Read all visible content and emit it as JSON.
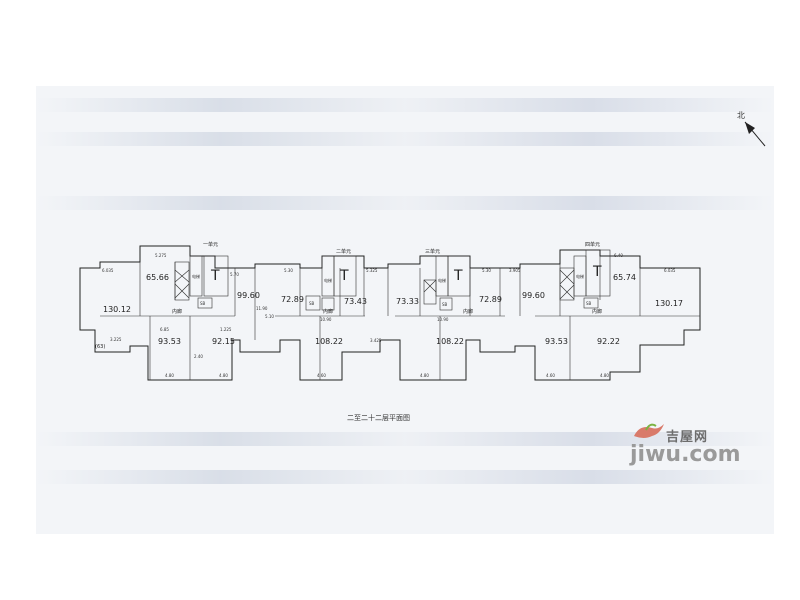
{
  "caption": "二至二十二层平面图",
  "north_label": "北",
  "logo": {
    "cn": "吉屋网",
    "en": "jiwu.com"
  },
  "units": {
    "u1": "一单元",
    "u2": "二单元",
    "u3": "三单元",
    "u4": "四单元"
  },
  "areas": {
    "a1": "130.12",
    "a2": "65.66",
    "a3": "99.60",
    "a4": "72.89",
    "a5": "73.43",
    "a6": "73.33",
    "a7": "72.89",
    "a8": "99.60",
    "a9": "65.74",
    "a10": "130.17",
    "a11": "93.53",
    "a12": "92.15",
    "a13": "108.22",
    "a14": "108.22",
    "a15": "93.53",
    "a16": "92.22",
    "a17": "(63)"
  },
  "labels": {
    "corridor": "内廊",
    "elevator": "电梯",
    "stair": "T",
    "shaft": "SB"
  },
  "dims": {
    "d1": "6.035",
    "d2": "5.275",
    "d3": "5.70",
    "d4": "5.30",
    "d5": "5.325",
    "d6": "5.30",
    "d7": "3.905",
    "d8": "6.40",
    "d9": "6.035",
    "d10": "11.90",
    "d11": "10.90",
    "d12": "10.90",
    "d13": "4.80",
    "d14": "4.80",
    "d15": "4.60",
    "d16": "4.80",
    "d17": "4.60",
    "d18": "4.80",
    "d19": "3.225",
    "d20": "2.40",
    "d21": "3.425",
    "d22": "5.10",
    "d23": "6.85",
    "d24": "1.225"
  }
}
